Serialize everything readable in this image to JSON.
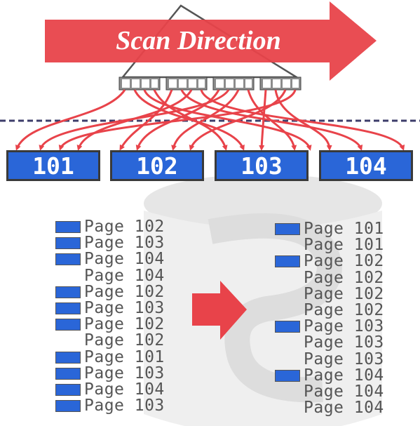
{
  "banner": {
    "label": "Scan Direction",
    "color": "#e8434a"
  },
  "buffer_pages": [
    "101",
    "102",
    "103",
    "104"
  ],
  "left_list": [
    {
      "label": "Page 102",
      "marked": true
    },
    {
      "label": "Page 103",
      "marked": true
    },
    {
      "label": "Page 104",
      "marked": true
    },
    {
      "label": "Page 104",
      "marked": false
    },
    {
      "label": "Page 102",
      "marked": true
    },
    {
      "label": "Page 103",
      "marked": true
    },
    {
      "label": "Page 102",
      "marked": true
    },
    {
      "label": "Page 102",
      "marked": false
    },
    {
      "label": "Page 101",
      "marked": true
    },
    {
      "label": "Page 103",
      "marked": true
    },
    {
      "label": "Page 104",
      "marked": true
    },
    {
      "label": "Page 103",
      "marked": true
    }
  ],
  "right_list": [
    {
      "label": "Page 101",
      "marked": true
    },
    {
      "label": "Page 101",
      "marked": false
    },
    {
      "label": "Page 102",
      "marked": true
    },
    {
      "label": "Page 102",
      "marked": false
    },
    {
      "label": "Page 102",
      "marked": false
    },
    {
      "label": "Page 102",
      "marked": false
    },
    {
      "label": "Page 103",
      "marked": true
    },
    {
      "label": "Page 103",
      "marked": false
    },
    {
      "label": "Page 103",
      "marked": false
    },
    {
      "label": "Page 104",
      "marked": true
    },
    {
      "label": "Page 104",
      "marked": false
    },
    {
      "label": "Page 104",
      "marked": false
    }
  ],
  "colors": {
    "accent": "#e8434a",
    "page_blue": "#2a66d8",
    "node_gray": "#8c8c8c"
  }
}
